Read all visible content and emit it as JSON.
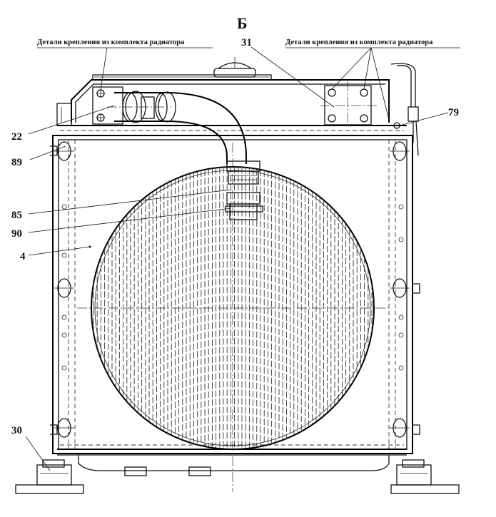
{
  "view_label": "Б",
  "notes": {
    "left": "Детали крепления из комплекта радиатора",
    "right": "Детали крепления из комплекта радиатора"
  },
  "callouts": {
    "c31": "31",
    "c79": "79",
    "c22": "22",
    "c89": "89",
    "c85": "85",
    "c90": "90",
    "c4": "4",
    "c30": "30"
  }
}
